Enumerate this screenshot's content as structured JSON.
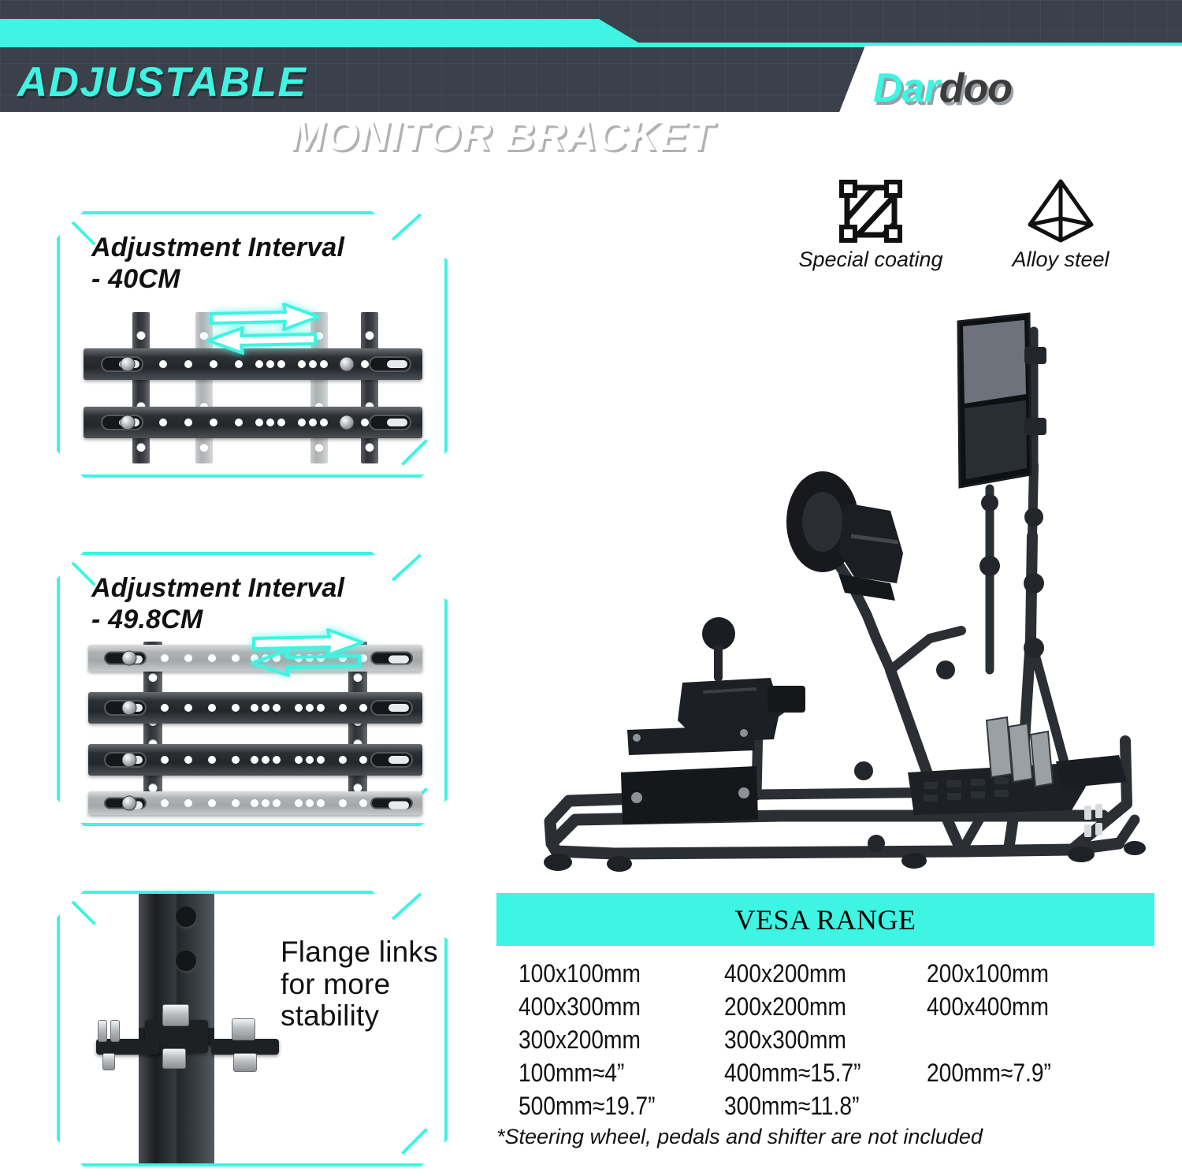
{
  "header": {
    "title_line1": "ADJUSTABLE",
    "title_line2": "MONITOR BRACKET",
    "brand_part1": "Dar",
    "brand_part2": "doo",
    "accent_color": "#3ef4e2",
    "dark_color": "#3b414a"
  },
  "features": [
    {
      "icon": "special-coating-icon",
      "label": "Special coating"
    },
    {
      "icon": "alloy-steel-pyramid-icon",
      "label": "Alloy steel"
    }
  ],
  "panels": [
    {
      "id": "adjustment-interval-40",
      "title_line1": "Adjustment Interval",
      "title_line2": "- 40CM",
      "artwork": "tv-bracket-two-bars-four-rails"
    },
    {
      "id": "adjustment-interval-498",
      "title_line1": "Adjustment Interval",
      "title_line2": "- 49.8CM",
      "artwork": "tv-bracket-four-bars-two-rails"
    },
    {
      "id": "flange-links",
      "title_line1": "Flange links",
      "title_line2": "for more",
      "title_line3": "stability",
      "artwork": "vertical-post-with-flange-clamps"
    }
  ],
  "product": {
    "name": "racing-wheel-stand-cockpit",
    "parts": [
      "monitor",
      "steering-wheel",
      "shifter",
      "pedals",
      "frame"
    ]
  },
  "vesa": {
    "heading": "VESA RANGE",
    "rows": [
      [
        "100x100mm",
        "400x200mm",
        "200x100mm"
      ],
      [
        "400x300mm",
        "200x200mm",
        "400x400mm"
      ],
      [
        "300x200mm",
        "300x300mm",
        ""
      ],
      [
        "100mm≈4”",
        "400mm≈15.7”",
        "200mm≈7.9”"
      ],
      [
        "500mm≈19.7”",
        "300mm≈11.8”",
        ""
      ]
    ],
    "note": "*Steering wheel, pedals and shifter are not included"
  }
}
